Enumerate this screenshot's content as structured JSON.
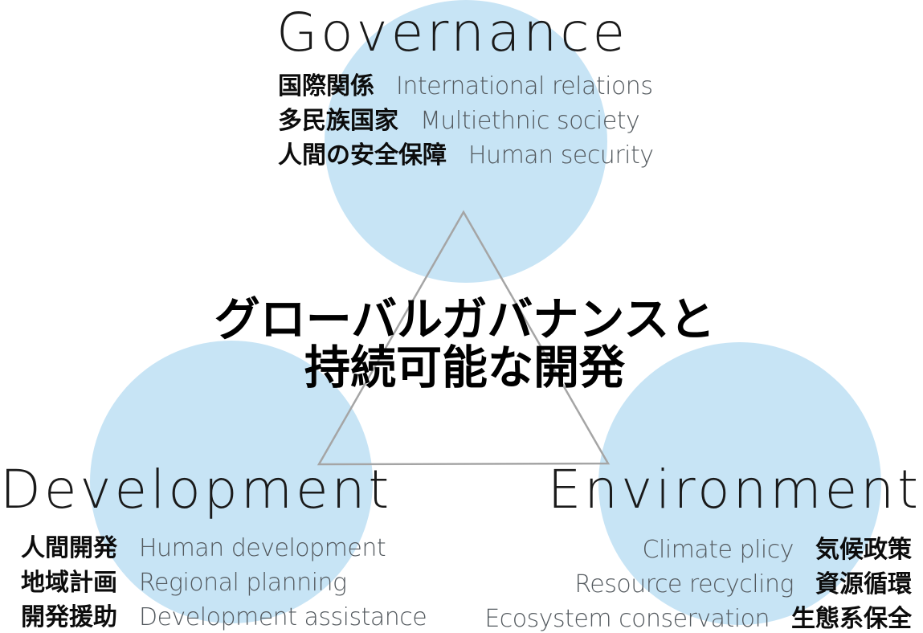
{
  "colors": {
    "circle_fill": "#c7e4f5",
    "triangle_stroke": "#a5a5a5",
    "title_text": "#1a1a1a",
    "jp_text": "#0c0c0c",
    "en_text": "#53595e",
    "center_text": "#000000"
  },
  "center": {
    "line1": "グローバルガバナンスと",
    "line2": "持続可能な開発"
  },
  "governance": {
    "title": "Governance",
    "rows": [
      {
        "jp": "国際関係",
        "en": "International relations"
      },
      {
        "jp": "多民族国家",
        "en": "Multiethnic society"
      },
      {
        "jp": "人間の安全保障",
        "en": "Human security"
      }
    ]
  },
  "development": {
    "title": "Development",
    "rows": [
      {
        "jp": "人間開発",
        "en": "Human development"
      },
      {
        "jp": "地域計画",
        "en": "Regional planning"
      },
      {
        "jp": "開発援助",
        "en": "Development assistance"
      }
    ]
  },
  "environment": {
    "title": "Environment",
    "rows": [
      {
        "en": "Climate plicy",
        "jp": "気候政策"
      },
      {
        "en": "Resource recycling",
        "jp": "資源循環"
      },
      {
        "en": "Ecosystem conservation",
        "jp": "生態系保全"
      }
    ]
  }
}
